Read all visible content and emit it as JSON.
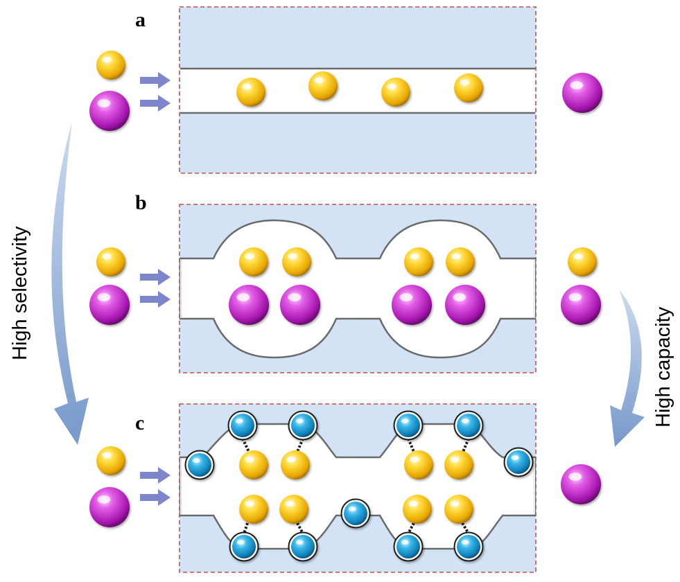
{
  "panels": {
    "a": {
      "label": "a"
    },
    "b": {
      "label": "b"
    },
    "c": {
      "label": "c"
    }
  },
  "annotations": {
    "left": "High selectivity",
    "right": "High capacity"
  },
  "colors": {
    "background": "#d3e3f6",
    "border": "#c0504d",
    "channel": "#ffffff",
    "wall": "#6a6a6a",
    "small_ion": "#f2c21d",
    "large_ion": "#c52bc8",
    "site": "#1f9bd1",
    "flow_arrow": "#7d86c8",
    "curve_arrow": "#8aa9d4"
  },
  "icons": {
    "small_ion": "yellow-sphere-icon",
    "large_ion": "purple-sphere-icon",
    "site": "blue-site-sphere-icon",
    "flow": "right-arrow-icon"
  }
}
